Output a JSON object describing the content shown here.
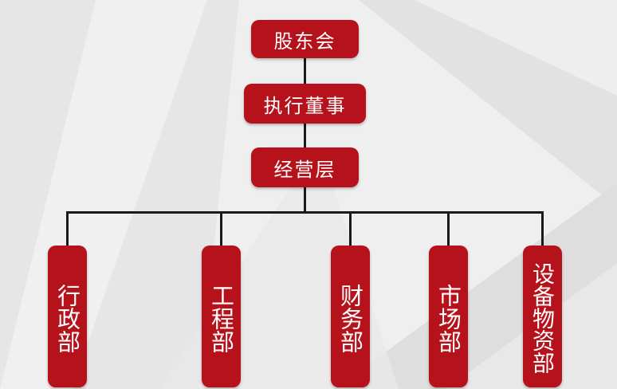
{
  "colors": {
    "node_fill": "#b5121b",
    "node_text": "#ffffff",
    "connector": "#1a1a1a",
    "background": "#efefef"
  },
  "org_chart": {
    "level1": "股东会",
    "level2": "执行董事",
    "level3": "经营层",
    "departments": [
      {
        "label": "行政部"
      },
      {
        "label": "工程部"
      },
      {
        "label": "财务部"
      },
      {
        "label": "市场部"
      },
      {
        "label": "设备物资部"
      }
    ]
  }
}
